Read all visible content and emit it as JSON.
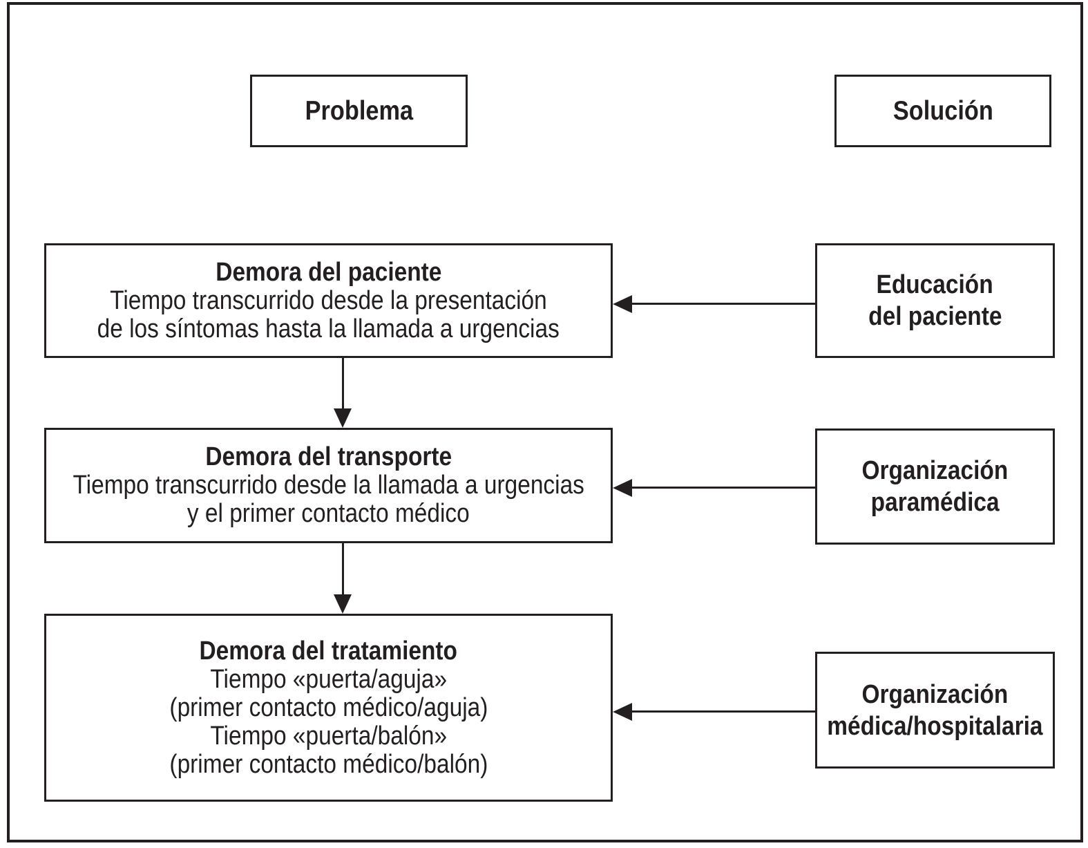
{
  "figure": {
    "colors": {
      "ink": "#231f20",
      "background": "#ffffff"
    },
    "headers": {
      "problem": "Problema",
      "solution": "Solución"
    },
    "problem_boxes": [
      {
        "title": "Demora del paciente",
        "lines": [
          "Tiempo transcurrido desde la presentación",
          "de los síntomas hasta la llamada a urgencias"
        ]
      },
      {
        "title": "Demora del transporte",
        "lines": [
          "Tiempo transcurrido desde la llamada a urgencias",
          "y el primer contacto médico"
        ]
      },
      {
        "title": "Demora del tratamiento",
        "lines": [
          "Tiempo «puerta/aguja»",
          "(primer contacto médico/aguja)",
          "Tiempo «puerta/balón»",
          "(primer contacto médico/balón)"
        ]
      }
    ],
    "solution_boxes": [
      {
        "lines": [
          "Educación",
          "del paciente"
        ]
      },
      {
        "lines": [
          "Organización",
          "paramédica"
        ]
      },
      {
        "lines": [
          "Organización",
          "médica/hospitalaria"
        ]
      }
    ]
  }
}
